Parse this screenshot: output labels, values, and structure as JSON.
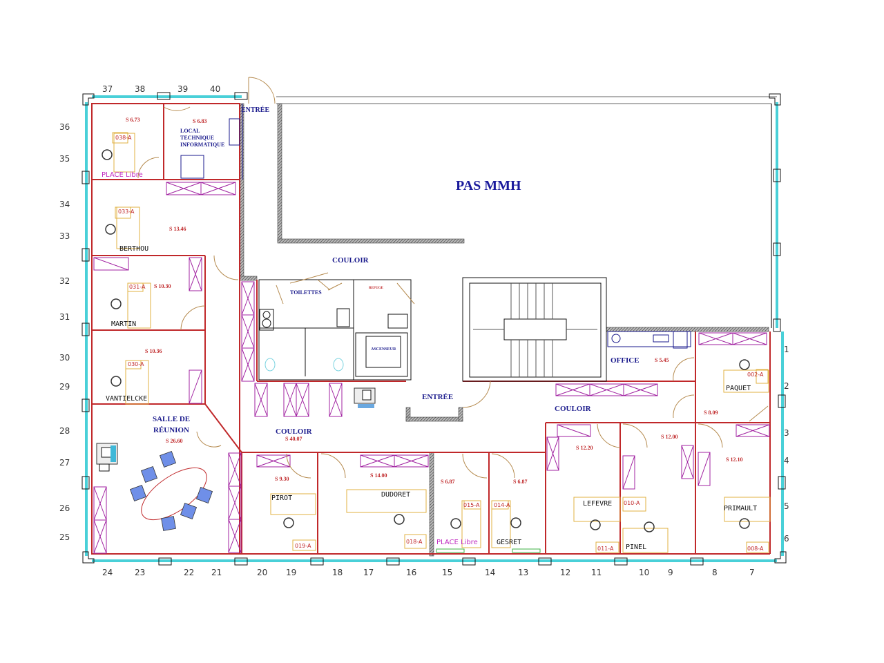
{
  "plan": {
    "title": "PAS  MMH",
    "colors": {
      "wall": "#c0282a",
      "glass": "#49d0d8",
      "room_name": "#1a1a8c",
      "area_text": "#c0282a",
      "cabinet": "#a020a0",
      "desk": "#e0b040",
      "chair": "#6f8fe8",
      "free_place": "#c02cc0"
    },
    "axis_top": [
      "37",
      "38",
      "39",
      "40"
    ],
    "axis_left": [
      "36",
      "35",
      "34",
      "33",
      "32",
      "31",
      "30",
      "29",
      "28",
      "27",
      "26",
      "25"
    ],
    "axis_right": [
      "1",
      "2",
      "3",
      "4",
      "5",
      "6"
    ],
    "axis_bottom": [
      "24",
      "23",
      "22",
      "21",
      "20",
      "19",
      "18",
      "17",
      "16",
      "15",
      "14",
      "13",
      "12",
      "11",
      "10",
      "9",
      "8",
      "7"
    ],
    "labels": {
      "entree_top": "ENTRÉE",
      "entree_mid": "ENTRÉE",
      "couloir_top": "COULOIR",
      "couloir_mid": "COULOIR",
      "couloir_right": "COULOIR",
      "toilettes": "TOILETTES",
      "refuge": "REFUGE",
      "ascenseur": "ASCENSEUR",
      "office": "OFFICE",
      "salle_l1": "SALLE DE",
      "salle_l2": "RÉUNION",
      "local_l1": "LOCAL",
      "local_l2": "TECHNIQUE",
      "local_l3": "INFORMATIQUE"
    },
    "areas": {
      "r038": "S 6.73",
      "local": "S 6.83",
      "r033": "S 13.46",
      "r031": "S 10.30",
      "r030": "S 10.36",
      "salle": "S 26.60",
      "couloir": "S 40.07",
      "r019": "S 9.30",
      "r018": "S 14.00",
      "r015": "S 6.87",
      "r014": "S 6.87",
      "r011": "S 12.20",
      "r010": "S 12.00",
      "r008": "S 12.10",
      "r002": "S 8.09",
      "office": "S 5.45"
    },
    "desks": {
      "d038": {
        "id": "038-A",
        "occupant": "PLACE  Libre"
      },
      "d033": {
        "id": "033-A",
        "occupant": "BERTHOU"
      },
      "d031": {
        "id": "031-A",
        "occupant": "MARTIN"
      },
      "d030": {
        "id": "030-A",
        "occupant": "VANTIELCKE"
      },
      "d019": {
        "id": "019-A",
        "occupant": "PIROT"
      },
      "d018": {
        "id": "018-A",
        "occupant": "DUDORET"
      },
      "d015": {
        "id": "015-A",
        "occupant": "PLACE  Libre"
      },
      "d014": {
        "id": "014-A",
        "occupant": "GESRET"
      },
      "d011": {
        "id": "011-A",
        "occupant": "LEFEVRE"
      },
      "d010": {
        "id": "010-A",
        "occupant": "PINEL"
      },
      "d008": {
        "id": "008-A",
        "occupant": "PRIMAULT"
      },
      "d002": {
        "id": "002-A",
        "occupant": "PAQUET"
      }
    }
  }
}
